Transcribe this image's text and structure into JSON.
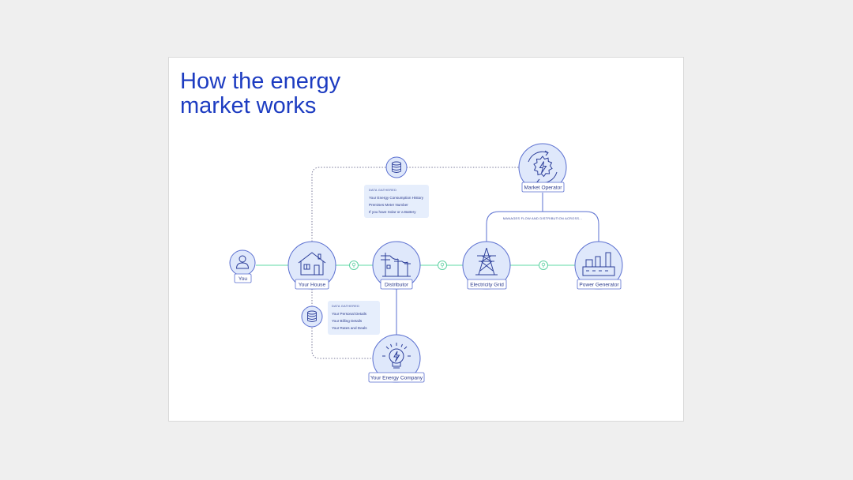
{
  "title": "How the energy\nmarket works",
  "colors": {
    "title": "#1d3cc1",
    "node_fill": "#dfe8fb",
    "node_stroke": "#5a6fd0",
    "icon_stroke": "#2d3f9a",
    "flow_line": "#7fe0b8",
    "data_line": "#7a7a9a",
    "info_box": "#e6eefc"
  },
  "nodes": {
    "you": {
      "label": "You",
      "icon": "person-icon"
    },
    "house": {
      "label": "Your House",
      "icon": "house-icon"
    },
    "distributor": {
      "label": "Distributor",
      "icon": "power-pole-icon"
    },
    "grid": {
      "label": "Electricity Grid",
      "icon": "transmission-tower-icon"
    },
    "generator": {
      "label": "Power Generator",
      "icon": "factory-icon"
    },
    "operator": {
      "label": "Market Operator",
      "icon": "gear-lightning-icon"
    },
    "company": {
      "label": "Your Energy Company",
      "icon": "light-bulb-icon"
    }
  },
  "flow_caption": "MANAGES FLOW AND DISTRIBUTION ACROSS...",
  "info_boxes": {
    "distributor_data": {
      "heading": "DATA GATHERED",
      "items": [
        "Your Energy Consumption History",
        "Premises Meter Number",
        "If you have Solar or a Battery"
      ]
    },
    "company_data": {
      "heading": "DATA GATHERED",
      "items": [
        "Your Personal Details",
        "Your Billing Details",
        "Your Rates and Deals"
      ]
    }
  },
  "icons": {
    "database": "database-icon",
    "flow_connector": "bulb-connector-icon"
  }
}
